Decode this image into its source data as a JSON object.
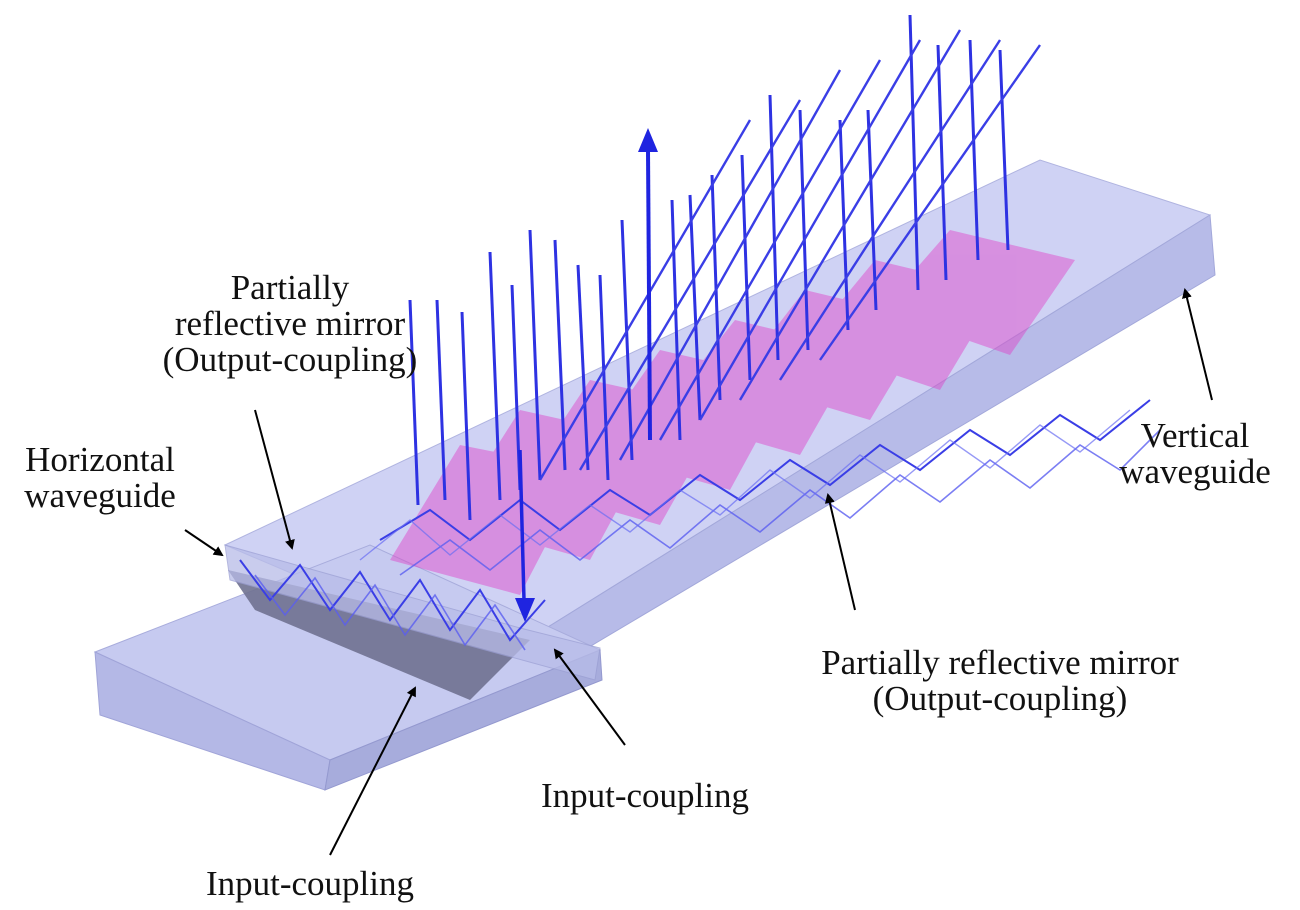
{
  "labels": {
    "output_mirror_top": [
      "Partially",
      "reflective mirror",
      "(Output-coupling)"
    ],
    "horizontal_waveguide": [
      "Horizontal",
      "waveguide"
    ],
    "vertical_waveguide": [
      "Vertical",
      "waveguide"
    ],
    "output_mirror_bottom": [
      "Partially reflective mirror",
      "(Output-coupling)"
    ],
    "input_coupling_right": "Input-coupling",
    "input_coupling_bottom": "Input-coupling"
  },
  "colors": {
    "waveguide_top": "#c9cdf2",
    "waveguide_front": "#b8bce8",
    "waveguide_side": "#a3a8da",
    "mirror": "#e23fc8",
    "ray": "#2a2ee0",
    "wedge": "#6e7090",
    "leader": "#000000"
  }
}
